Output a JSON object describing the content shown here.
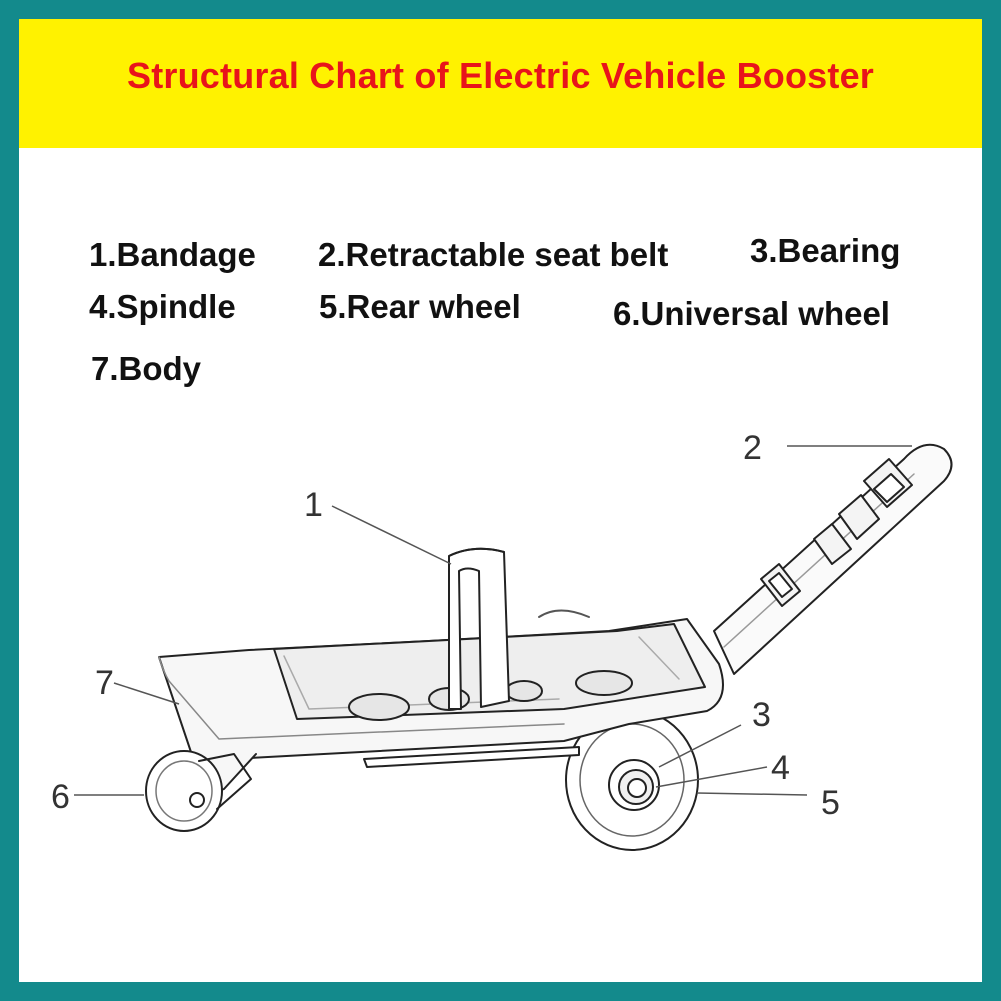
{
  "title": "Structural Chart of Electric Vehicle Booster",
  "colors": {
    "frame": "#138a8c",
    "banner": "#fff200",
    "title": "#e8141b",
    "background": "#ffffff"
  },
  "legend": [
    {
      "num": "1",
      "text": "1.Bandage"
    },
    {
      "num": "2",
      "text": "2.Retractable seat belt"
    },
    {
      "num": "3",
      "text": "3.Bearing"
    },
    {
      "num": "4",
      "text": "4.Spindle"
    },
    {
      "num": "5",
      "text": "5.Rear wheel"
    },
    {
      "num": "6",
      "text": "6.Universal wheel"
    },
    {
      "num": "7",
      "text": "7.Body"
    }
  ],
  "callouts": [
    "1",
    "2",
    "3",
    "4",
    "5",
    "6",
    "7"
  ]
}
